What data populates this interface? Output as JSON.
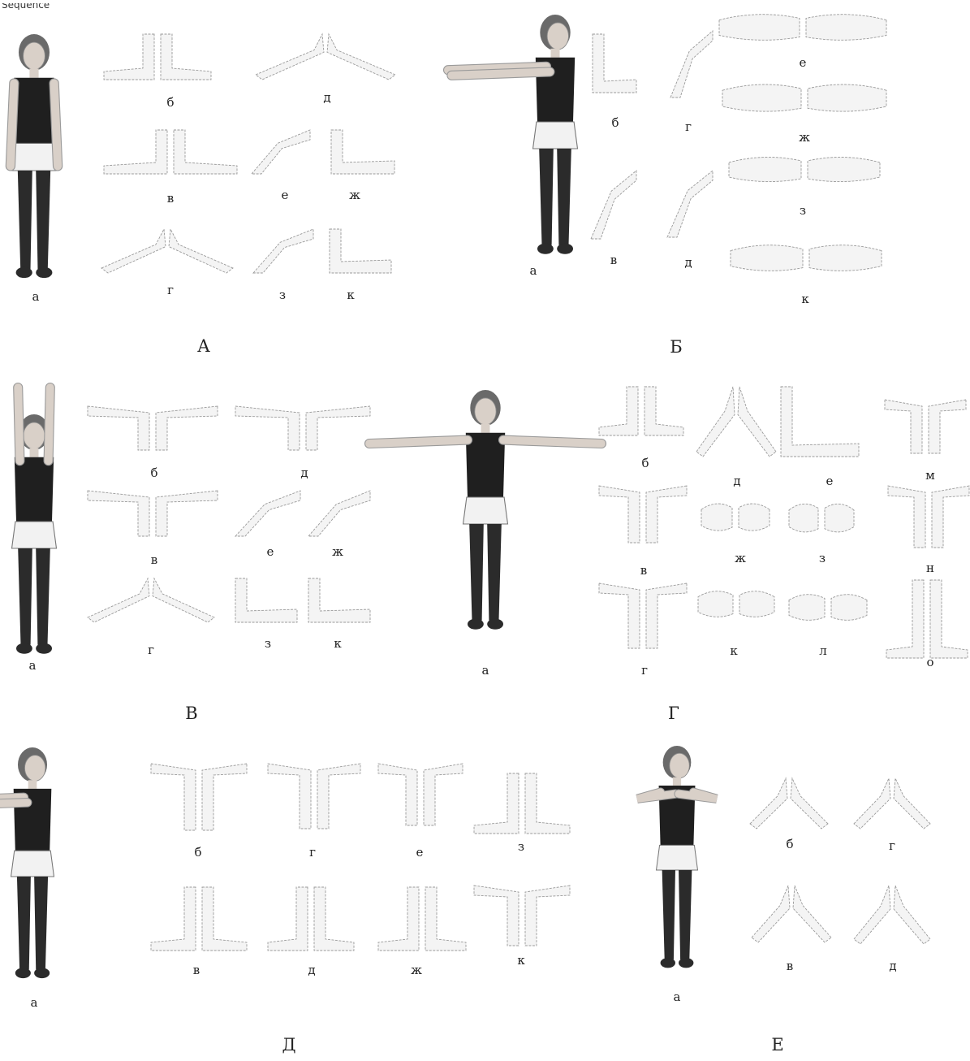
{
  "header_fragment": "Sequence",
  "colors": {
    "body_dark": "#2b2b2b",
    "skin": "#d9d0c8",
    "shirt_dark": "#1f1f1f",
    "skirt": "#f2f2f2",
    "arm_sketch": "#c8c8c8",
    "outline": "#9a9a9a"
  },
  "panels": [
    {
      "id": "A",
      "label": "А",
      "figure_label": "а",
      "pose": "arms-down",
      "sub_labels": [
        "б",
        "д",
        "в",
        "е",
        "ж",
        "г",
        "з",
        "к"
      ]
    },
    {
      "id": "B",
      "label": "Б",
      "figure_label": "а",
      "pose": "arms-forward-side",
      "sub_labels": [
        "б",
        "г",
        "е",
        "ж",
        "в",
        "д",
        "з",
        "к"
      ]
    },
    {
      "id": "V",
      "label": "В",
      "figure_label": "а",
      "pose": "arms-up",
      "sub_labels": [
        "б",
        "д",
        "в",
        "е",
        "ж",
        "г",
        "з",
        "к"
      ]
    },
    {
      "id": "G",
      "label": "Г",
      "figure_label": "а",
      "pose": "arms-sideways",
      "sub_labels": [
        "б",
        "д",
        "е",
        "м",
        "в",
        "ж",
        "з",
        "н",
        "г",
        "к",
        "л",
        "о"
      ]
    },
    {
      "id": "D",
      "label": "Д",
      "figure_label": "а",
      "pose": "arms-forward-side",
      "sub_labels": [
        "б",
        "г",
        "е",
        "з",
        "в",
        "д",
        "ж",
        "к"
      ]
    },
    {
      "id": "E",
      "label": "Е",
      "figure_label": "а",
      "pose": "arms-bent-front",
      "sub_labels": [
        "б",
        "г",
        "в",
        "д"
      ]
    }
  ]
}
